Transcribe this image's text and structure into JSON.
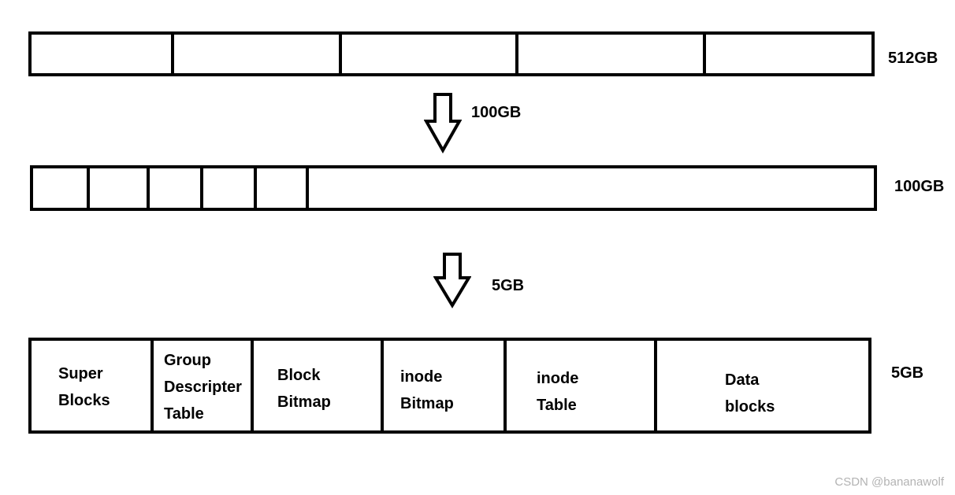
{
  "level1": {
    "size_label": "512GB",
    "segment_count": 5
  },
  "arrow1": {
    "label": "100GB"
  },
  "level2": {
    "size_label": "100GB",
    "segment_count": 6
  },
  "arrow2": {
    "label": "5GB"
  },
  "level3": {
    "size_label": "5GB",
    "segments": [
      {
        "lines": [
          "Super",
          "Blocks"
        ]
      },
      {
        "lines": [
          "Group",
          "Descripter",
          "Table"
        ]
      },
      {
        "lines": [
          "Block",
          "Bitmap"
        ]
      },
      {
        "lines": [
          "inode",
          "Bitmap"
        ]
      },
      {
        "lines": [
          "inode",
          "Table"
        ]
      },
      {
        "lines": [
          "Data",
          "blocks"
        ]
      }
    ]
  },
  "watermark": "CSDN @bananawolf"
}
